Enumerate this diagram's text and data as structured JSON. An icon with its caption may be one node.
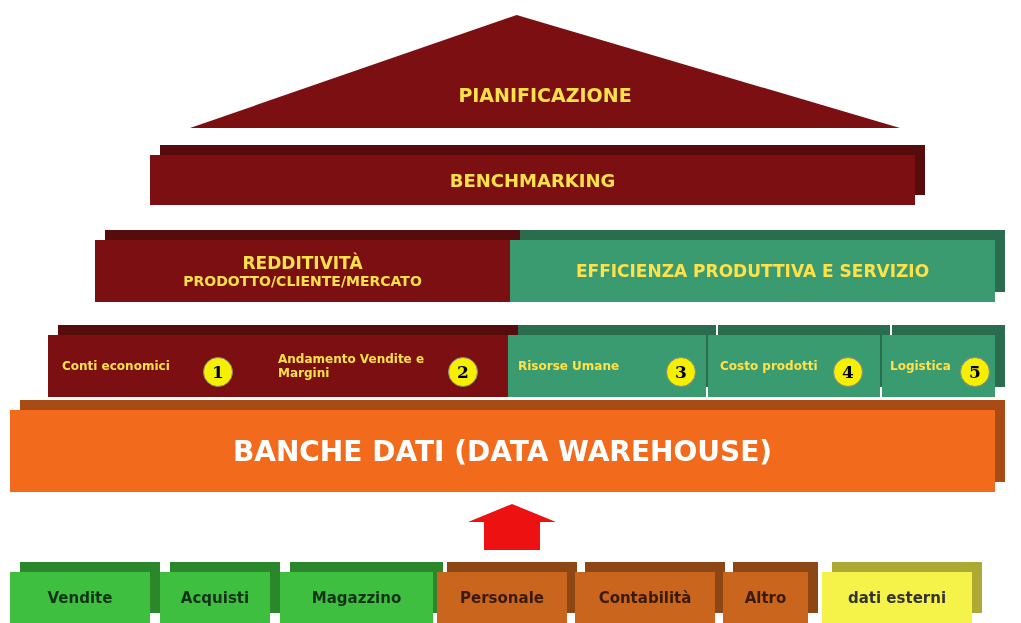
{
  "diagram": {
    "nodes": [
      {
        "text": [
          "PIANIFICAZIONE"
        ]
      },
      {
        "text": [
          "BENCHMARKING"
        ]
      },
      {
        "text": [
          "REDDITIVITÀ",
          "PRODOTTO/CLIENTE/MERCATO"
        ]
      },
      {
        "text": [
          "EFFICIENZA PRODUTTIVA E SERVIZIO"
        ]
      },
      {
        "text": [
          "Conti economici"
        ]
      },
      {
        "text": [
          "1"
        ],
        "in": 4
      },
      {
        "text": [
          "Andamento Vendite e Margini"
        ]
      },
      {
        "text": [
          "2"
        ],
        "in": 6
      },
      {
        "text": [
          "Risorse Umane"
        ]
      },
      {
        "text": [
          "3"
        ],
        "in": 8
      },
      {
        "text": [
          "Costo prodotti"
        ]
      },
      {
        "text": [
          "4"
        ],
        "in": 10
      },
      {
        "text": [
          "Logistica"
        ]
      },
      {
        "text": [
          "5"
        ],
        "in": 12
      },
      {
        "text": [
          "BANCHE DATI (DATA WAREHOUSE)"
        ]
      },
      {
        "text": [
          "Vendite"
        ]
      },
      {
        "text": [
          "Acquisti"
        ]
      },
      {
        "text": [
          "Magazzino"
        ]
      },
      {
        "text": [
          "Personale"
        ]
      },
      {
        "text": [
          "Contabilità"
        ]
      },
      {
        "text": [
          "Altro"
        ]
      },
      {
        "text": [
          "dati esterni"
        ]
      }
    ],
    "edges": [
      {
        "from": null,
        "to": 14,
        "arrow": "to"
      }
    ]
  }
}
